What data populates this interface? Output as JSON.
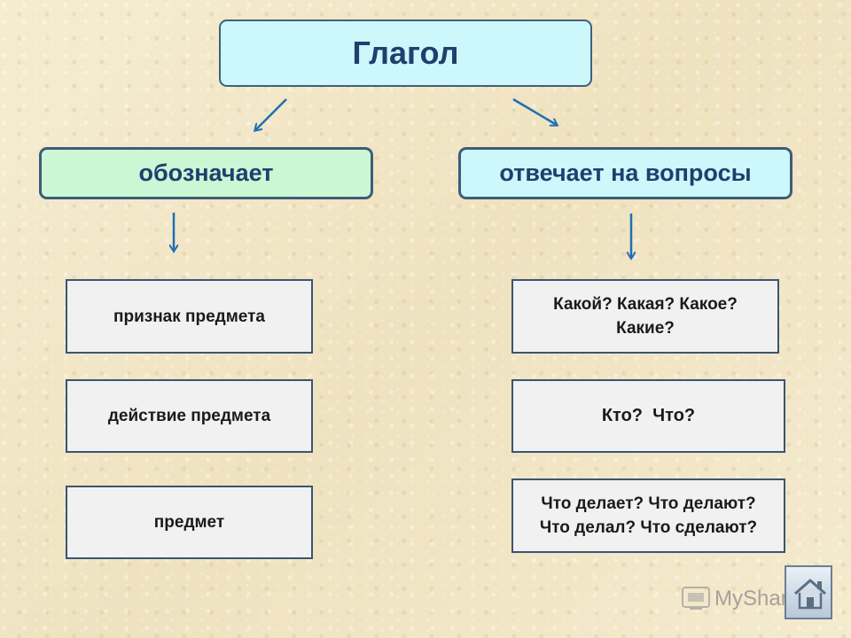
{
  "diagram": {
    "title": "Глагол",
    "left_header": "обозначает",
    "right_header": "отвечает на вопросы",
    "left_items": [
      "признак предмета",
      "действие предмета",
      "предмет"
    ],
    "right_items": [
      {
        "line1": "Какой? Какая? Какое?",
        "line2": "Какие?"
      },
      {
        "line1": "Кто?  Что?",
        "line2": ""
      },
      {
        "line1": "Что делает? Что делают?",
        "line2": "Что делал? Что сделают?"
      }
    ]
  },
  "watermark": {
    "text": "MyShared"
  },
  "nav": {
    "home_icon": "home-icon"
  },
  "colors": {
    "title_fill": "#ccf7fb",
    "left_header_fill": "#ccf7d4",
    "right_header_fill": "#ccf7fb",
    "text_blue": "#1f3f6f",
    "arrow_blue": "#1e6fb4"
  }
}
